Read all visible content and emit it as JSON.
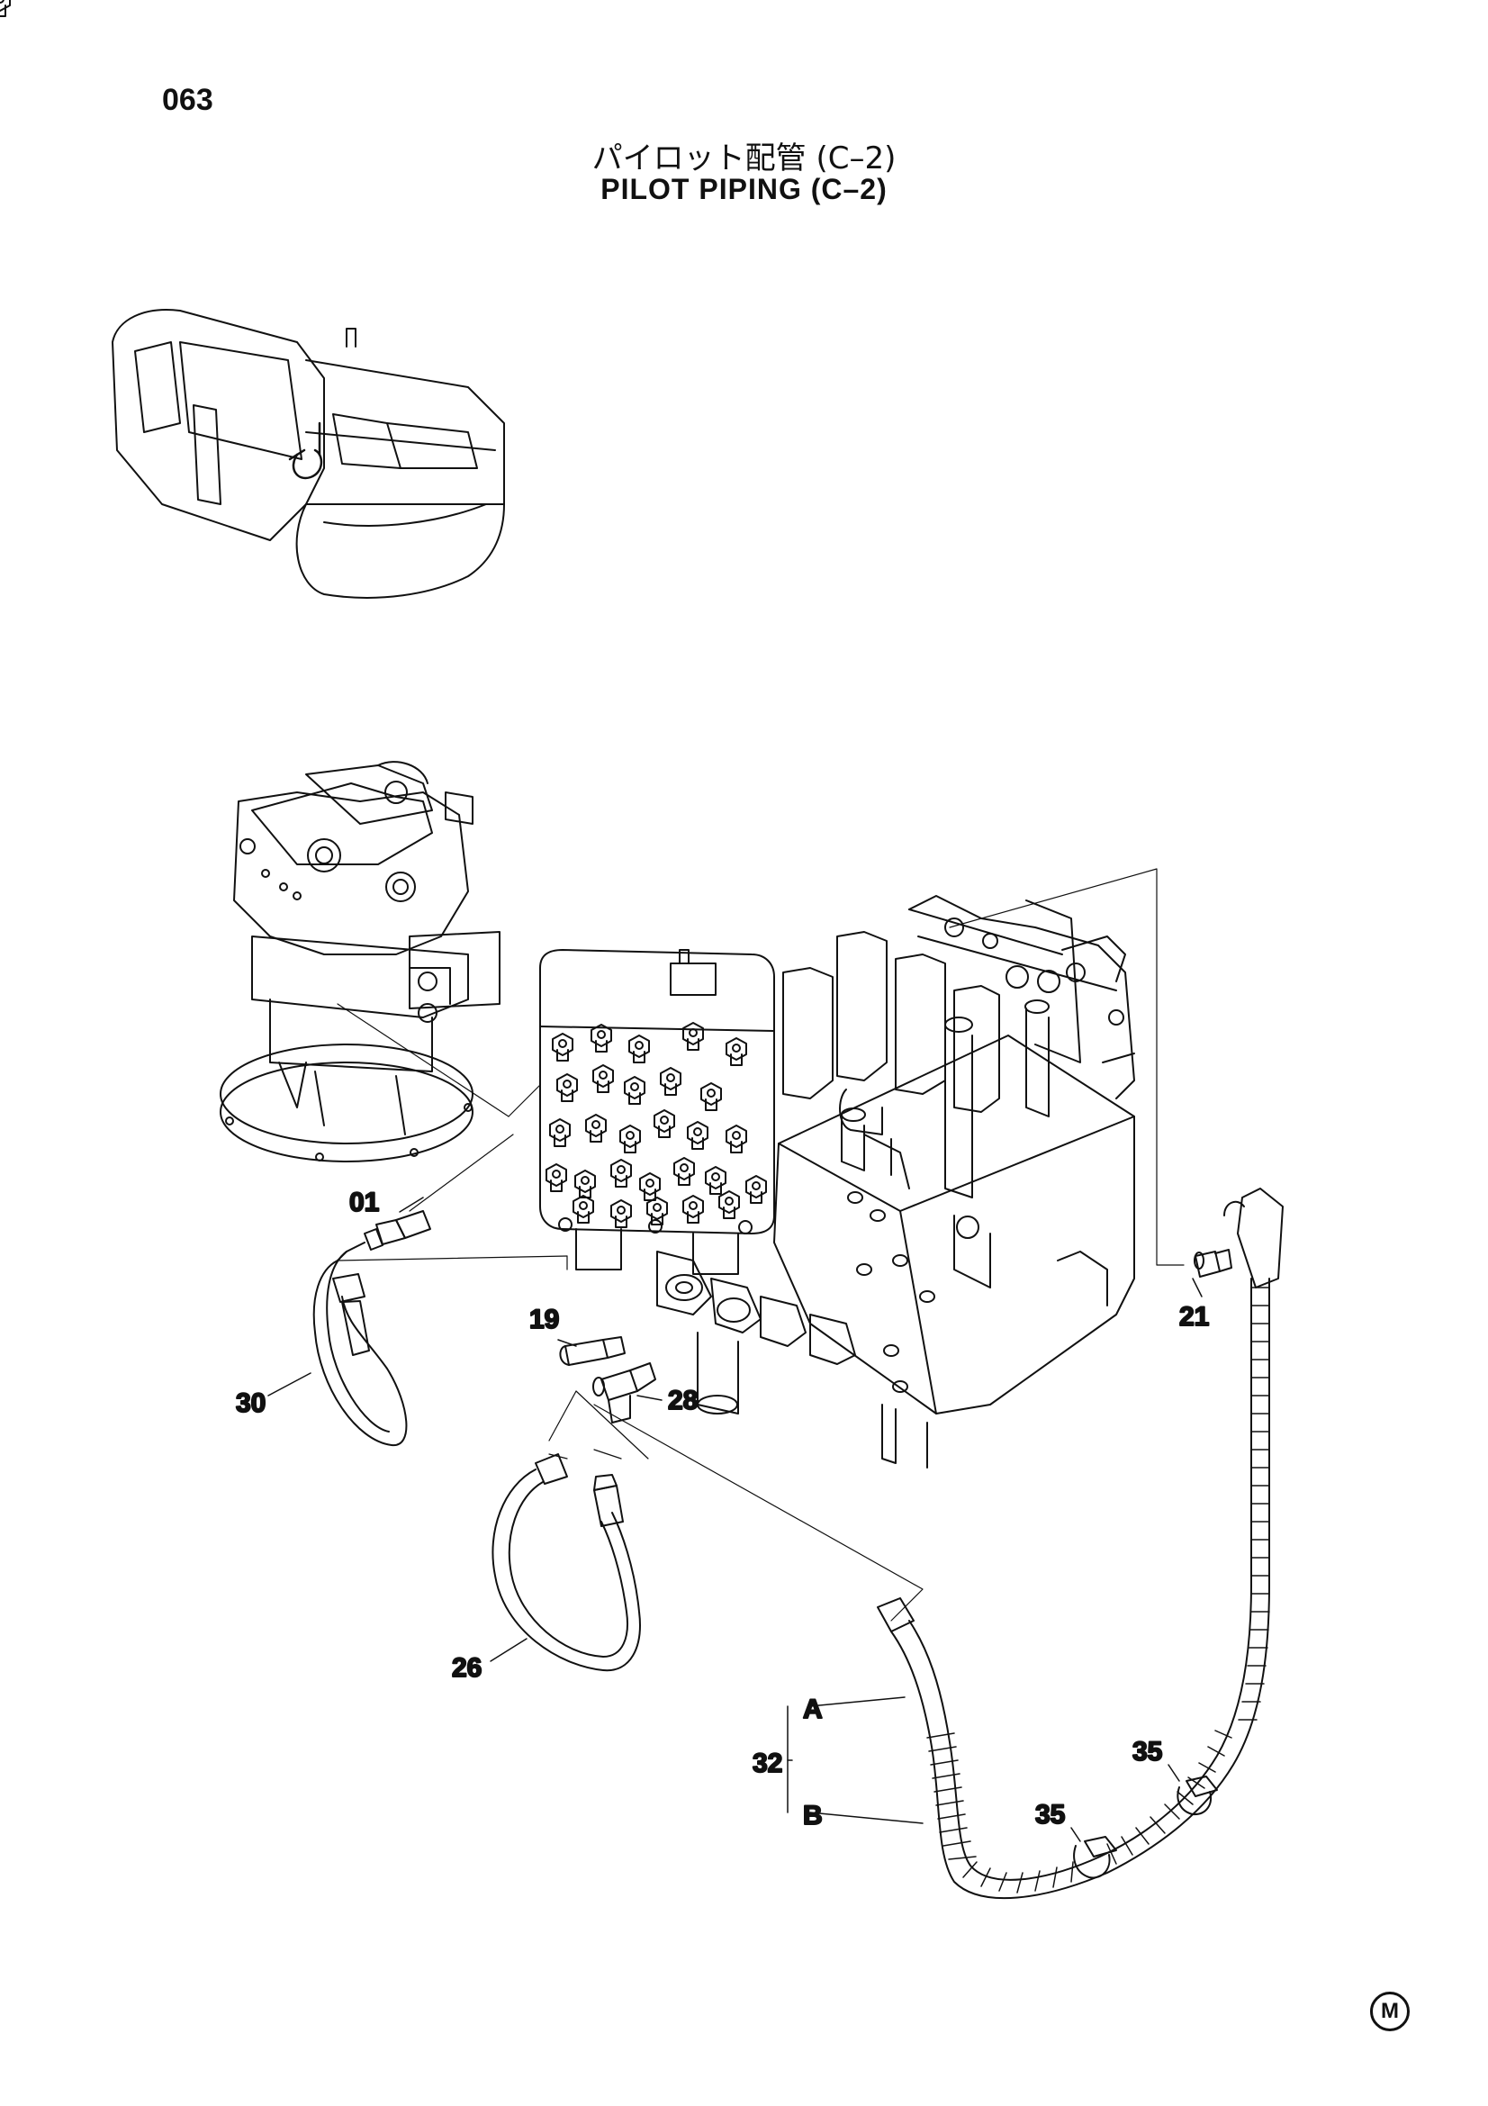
{
  "page_number": "063",
  "title_ja": "パイロット配管 (C–2)",
  "title_en": "PILOT PIPING (C–2)",
  "callouts": {
    "c01": "01",
    "c19": "19",
    "c21": "21",
    "c26": "26",
    "c28": "28",
    "c30": "30",
    "c32": "32",
    "c32a": "A",
    "c32b": "B",
    "c35a": "35",
    "c35b": "35"
  },
  "manufacturer_mark": "M",
  "colors": {
    "ink": "#111111",
    "paper": "#ffffff"
  }
}
